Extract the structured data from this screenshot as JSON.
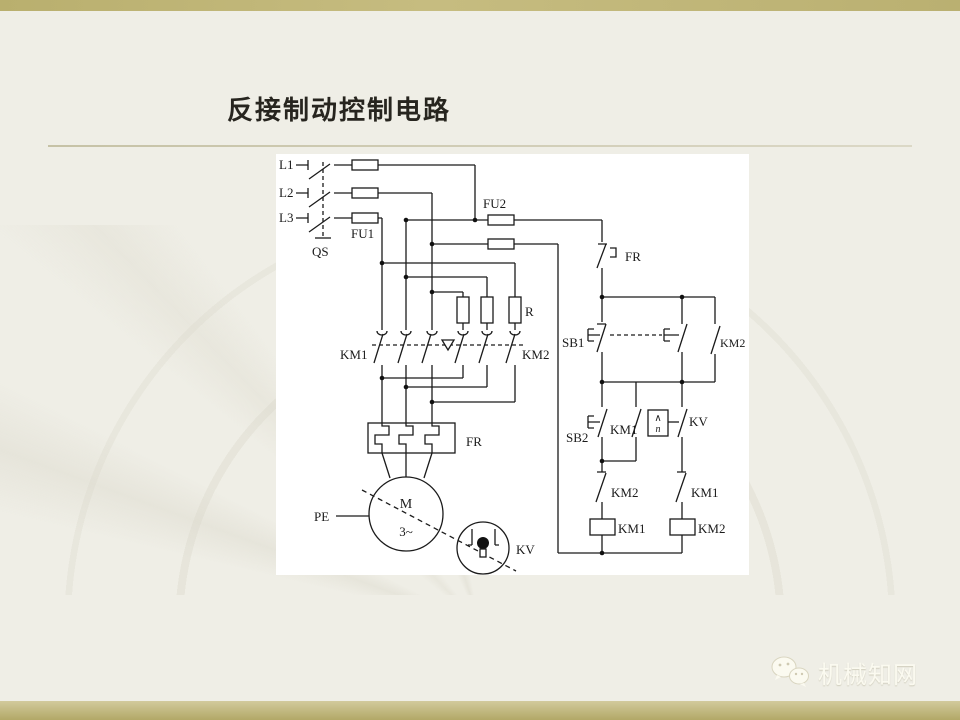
{
  "slide": {
    "title": "反接制动控制电路",
    "watermark_text": "机械知网"
  },
  "colors": {
    "top_band": "#bfb572",
    "bottom_band": "#bcb273",
    "background": "#efeee6",
    "panel": "#ffffff",
    "line": "#1b1b1b"
  },
  "diagram": {
    "supply": {
      "l1": "L1",
      "l2": "L2",
      "l3": "L3"
    },
    "switch_qs": "QS",
    "fuse_main": "FU1",
    "fuse_control": "FU2",
    "resistor": "R",
    "contactor_main_forward": "KM1",
    "contactor_main_brake": "KM2",
    "thermal_relay_main": "FR",
    "earth": "PE",
    "motor": "M",
    "motor_phases": "3~",
    "speed_relay": "KV",
    "thermal_relay_contact": "FR",
    "stop_button": "SB1",
    "km2_selfhold": "KM2",
    "start_button": "SB2",
    "km1_selfhold": "KM1",
    "speed_contact": "KV",
    "speed_symbol_top": "∧",
    "speed_symbol_bottom": "n",
    "km2_interlock": "KM2",
    "km1_interlock": "KM1",
    "km1_coil": "KM1",
    "km2_coil": "KM2"
  }
}
